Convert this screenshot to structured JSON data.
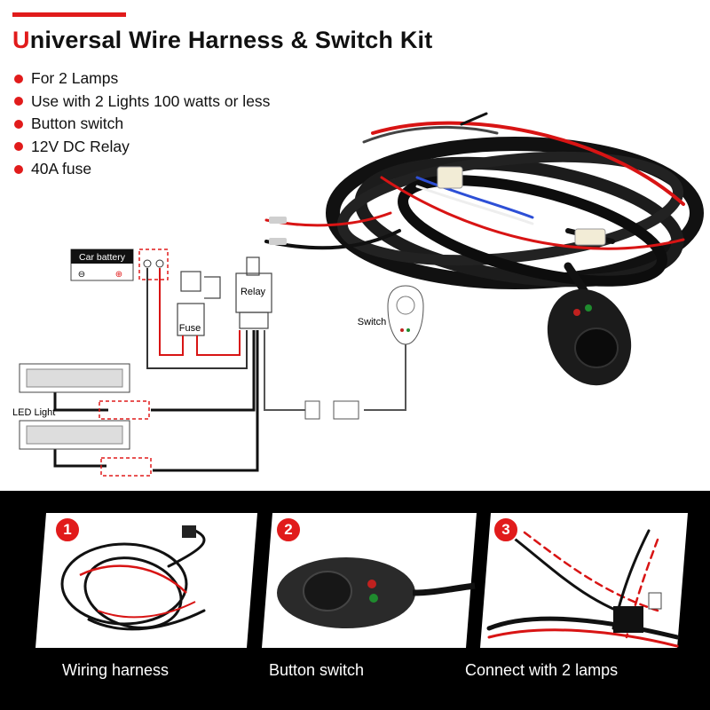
{
  "header": {
    "title_first_letter": "U",
    "title_rest": "niversal Wire Harness & Switch Kit"
  },
  "features": [
    "For 2 Lamps",
    "Use with 2 Lights 100 watts or less",
    "Button switch",
    "12V DC Relay",
    "40A fuse"
  ],
  "diagram": {
    "car_battery": "Car battery",
    "battery_negative": "⊖",
    "battery_positive": "⊕",
    "relay": "Relay",
    "fuse": "Fuse",
    "switch": "Switch",
    "led_light": "LED Light"
  },
  "steps": [
    {
      "number": "1",
      "caption": "Wiring harness"
    },
    {
      "number": "2",
      "caption": "Button switch"
    },
    {
      "number": "3",
      "caption": "Connect with 2 lamps"
    }
  ],
  "colors": {
    "accent": "#e11b1b",
    "panel": "#000000",
    "wire_red": "#d81414"
  }
}
